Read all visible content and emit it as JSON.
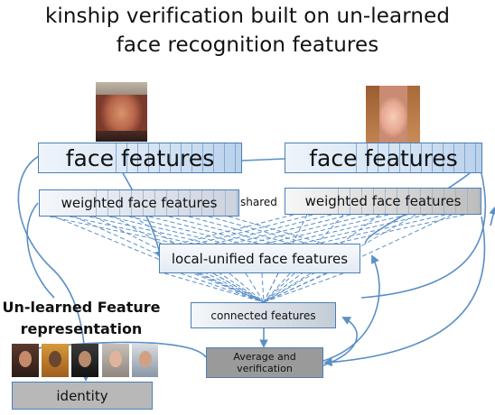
{
  "title": {
    "line1": "kinship verification built on un-learned",
    "line2": "face recognition features"
  },
  "boxes": {
    "face_features_left": "face features",
    "face_features_right": "face features",
    "weighted_left": "weighted face features",
    "weighted_right": "weighted face features",
    "shared": "shared",
    "local_unified": "local-unified face features",
    "connected": "connected features",
    "average_line1": "Average and",
    "average_line2": "verification",
    "identity": "identity"
  },
  "unlearned": {
    "line1": "Un-learned Feature",
    "line2": "representation"
  },
  "colors": {
    "connector": "#5b8fc7",
    "box_border": "#4a7fb8",
    "gray_box": "#9a9a9a"
  }
}
